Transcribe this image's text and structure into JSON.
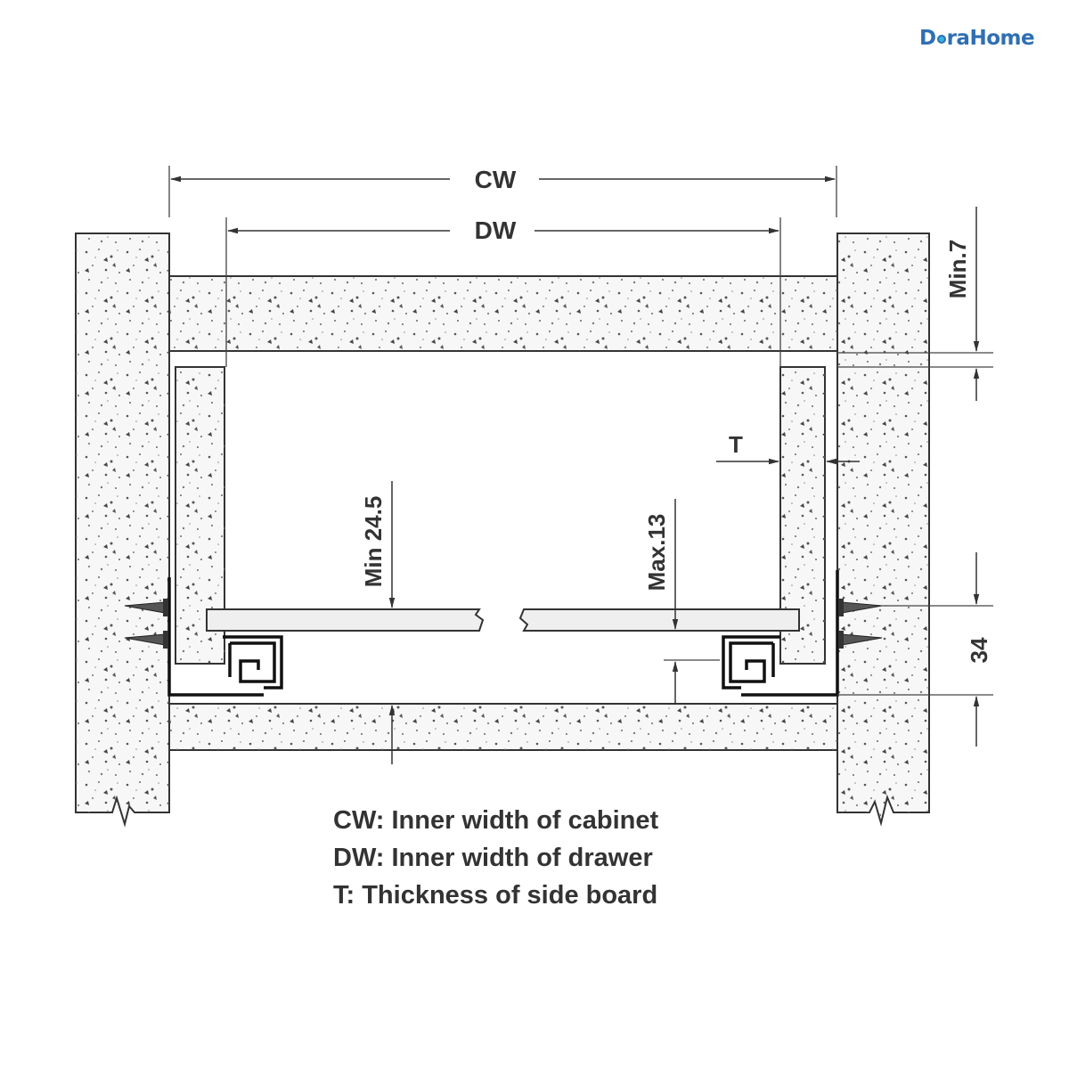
{
  "brand": {
    "logo_text": "DoraHome",
    "logo_parts": [
      "D",
      "raHome"
    ],
    "color": "#2f6fb3",
    "accent": "#36b3e6"
  },
  "diagram": {
    "dimensions": {
      "cabinet_width": "CW",
      "drawer_width": "DW",
      "thickness": "T",
      "top_clearance": "Min.7",
      "bottom_gap": "Min 24.5",
      "bottom_recess": "Max.13",
      "rail_height": "34"
    },
    "line_color": "#333333",
    "board_fill": "#f4f4f4"
  },
  "legend": [
    "CW: Inner width of cabinet",
    "DW: Inner width of drawer",
    "T: Thickness of side board"
  ]
}
